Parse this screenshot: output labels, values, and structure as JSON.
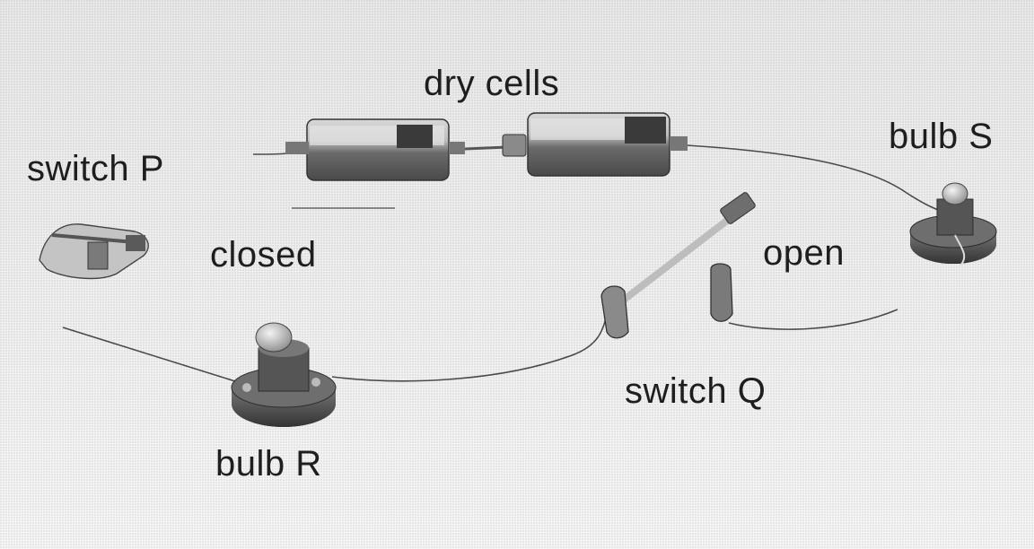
{
  "labels": {
    "dry_cells": "dry cells",
    "switch_p": "switch P",
    "bulb_s": "bulb S",
    "closed": "closed",
    "open": "open",
    "switch_q": "switch Q",
    "bulb_r": "bulb R"
  },
  "colors": {
    "background": "#ececec",
    "wire": "#4a4a4a",
    "component_dark": "#555555",
    "component_light": "#c8c8c8"
  }
}
